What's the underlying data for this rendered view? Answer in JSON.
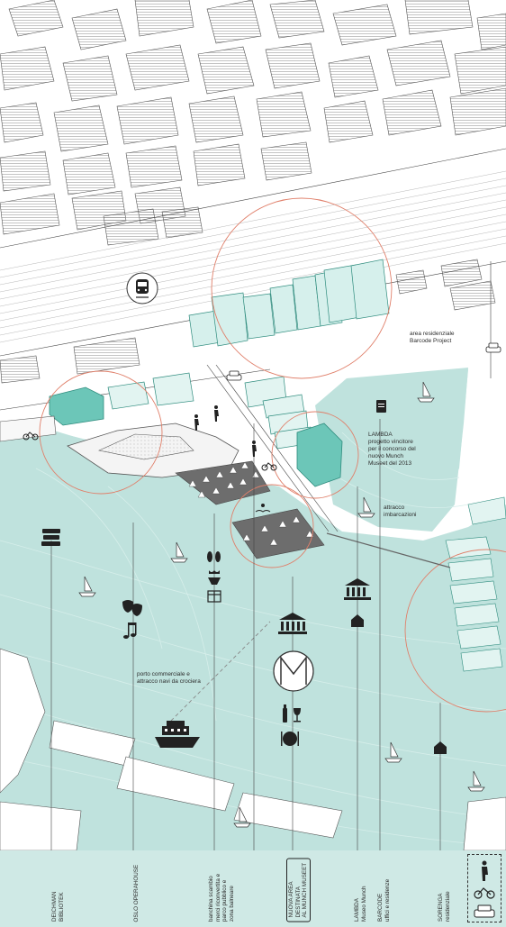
{
  "colors": {
    "water": "#bfe2dd",
    "water_dark": "#a9d7d0",
    "building_fill": "#ffffff",
    "building_stroke": "#555555",
    "highlight_fill": "#6cc6b8",
    "highlight_stroke": "#2f8c7e",
    "pier_fill": "#6d6d6d",
    "circle_stroke": "#e0806b",
    "legend_strip": "#cfe9e5"
  },
  "annotations": {
    "barcode_project": [
      "area residenziale",
      "Barcode Project"
    ],
    "lambda": [
      "LAMBDA",
      "progetto vincitore",
      "per il concorso del",
      "nuovo Munch",
      "Museet del 2013"
    ],
    "attracco": [
      "attracco",
      "imbarcazioni"
    ],
    "porto": [
      "porto commerciale e",
      "attracco navi da crociera"
    ]
  },
  "legend": [
    {
      "id": "deichman",
      "lines": [
        "DEICHMAN",
        "BIBLIOTEK"
      ]
    },
    {
      "id": "opera",
      "lines": [
        "OSLO OPERAHOUSE"
      ]
    },
    {
      "id": "banchina",
      "lines": [
        "banchina scambio",
        "merci riconvertita e",
        "parco pubblico e",
        "zona balneare"
      ]
    },
    {
      "id": "munch",
      "lines": [
        "NUOVA AREA",
        "DESTINATA",
        "AL MUNCH MUSEET"
      ]
    },
    {
      "id": "lambda",
      "lines": [
        "LAMBDA",
        "Museo Munch"
      ]
    },
    {
      "id": "barcode",
      "lines": [
        "BARCODE",
        "uffici e residenze"
      ]
    },
    {
      "id": "sorenga",
      "lines": [
        "SORENGA",
        "residenziale"
      ]
    }
  ],
  "icons": [
    "train-icon",
    "pedestrian-icon",
    "bicycle-icon",
    "car-icon",
    "sailboat-icon",
    "books-icon",
    "theatre-masks-icon",
    "music-note-icon",
    "flip-flops-icon",
    "swimsuit-icon",
    "gift-icon",
    "museum-icon",
    "house-icon",
    "munch-logo-icon",
    "wine-icon",
    "restaurant-icon",
    "cruise-ship-icon",
    "swimmer-icon",
    "document-icon"
  ]
}
